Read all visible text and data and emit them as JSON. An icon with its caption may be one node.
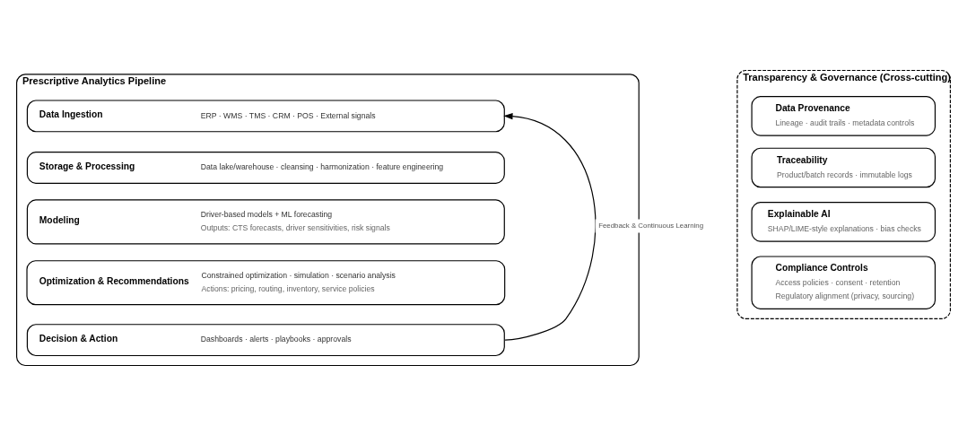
{
  "diagram": {
    "nodes": [
      {
        "text": [
          "Prescriptive Analytics Pipeline"
        ]
      },
      {
        "text": [
          "Data Ingestion",
          "ERP · WMS · TMS · CRM · POS · External signals"
        ],
        "in": 0
      },
      {
        "text": [
          "Storage & Processing",
          "Data lake/warehouse · cleansing · harmonization · feature engineering"
        ],
        "in": 0
      },
      {
        "text": [
          "Modeling",
          "Driver-based models + ML forecasting",
          "Outputs: CTS forecasts, driver sensitivities, risk signals"
        ],
        "in": 0
      },
      {
        "text": [
          "Optimization & Recommendations",
          "Constrained optimization · simulation · scenario analysis",
          "Actions: pricing, routing, inventory, service policies"
        ],
        "in": 0
      },
      {
        "text": [
          "Decision & Action",
          "Dashboards · alerts · playbooks · approvals"
        ],
        "in": 0
      },
      {
        "text": [
          "Transparency & Governance (Cross-cutting)"
        ]
      },
      {
        "text": [
          "Data Provenance",
          "Lineage · audit trails · metadata controls"
        ],
        "in": 6
      },
      {
        "text": [
          "Traceability",
          "Product/batch records · immutable logs"
        ],
        "in": 6
      },
      {
        "text": [
          "Explainable AI",
          "SHAP/LIME-style explanations · bias checks"
        ],
        "in": 6
      },
      {
        "text": [
          "Compliance Controls",
          "Access policies · consent · retention",
          "Regulatory alignment (privacy, sourcing)"
        ],
        "in": 6
      }
    ],
    "edges": [
      {
        "from": 5,
        "to": 1,
        "arrow": "to",
        "label": "Feedback & Continuous Learning"
      }
    ]
  }
}
